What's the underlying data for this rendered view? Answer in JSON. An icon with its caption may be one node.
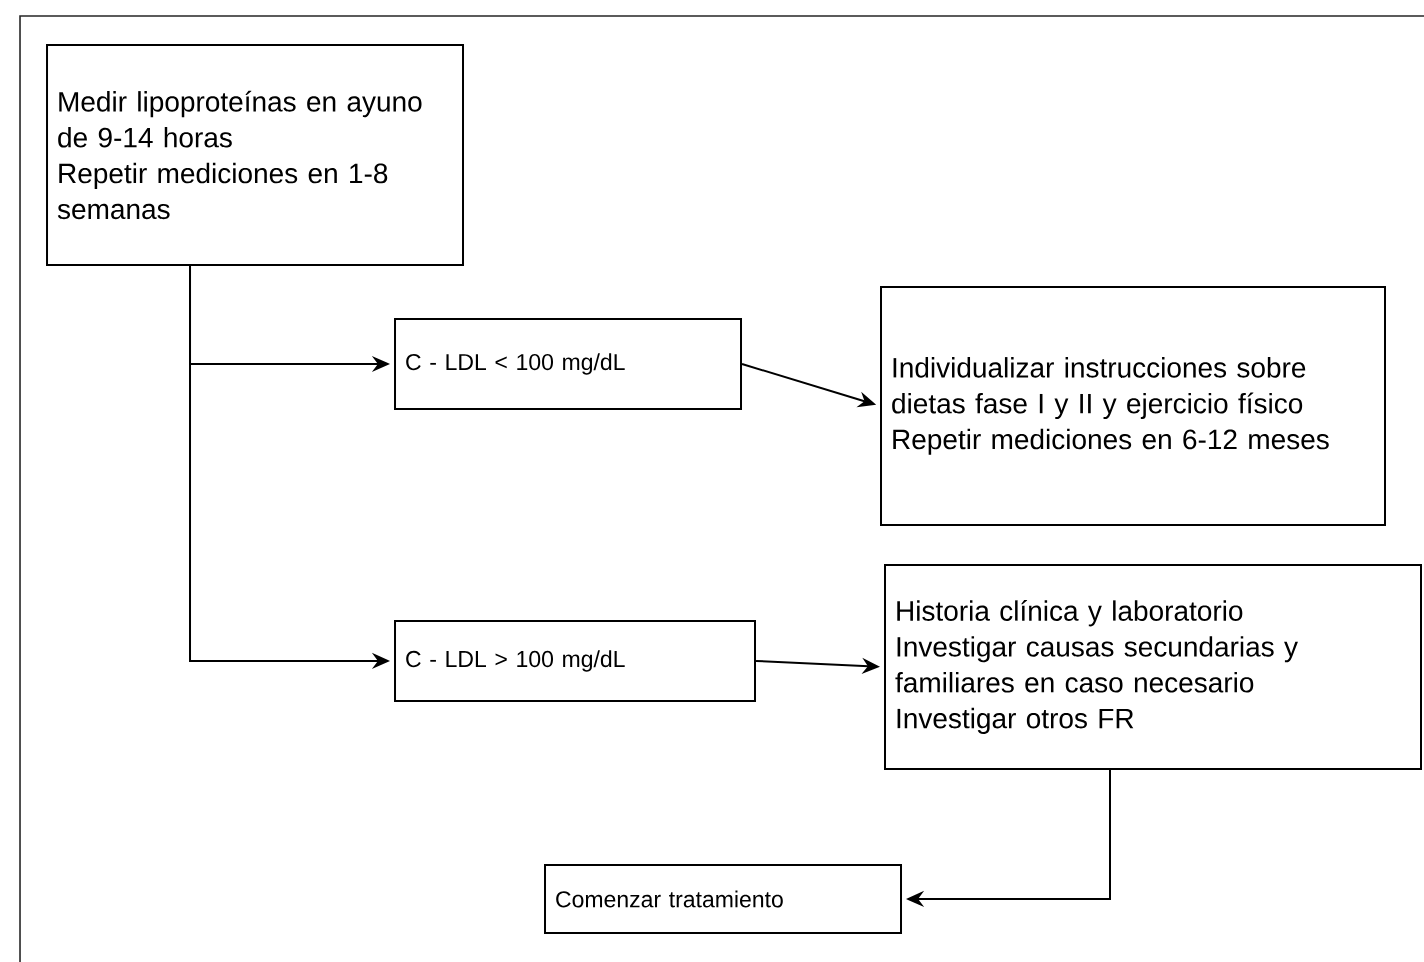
{
  "diagram": {
    "nodes": [
      {
        "text": [
          "Medir lipoproteínas en ayuno de 9-14 horas",
          "Repetir mediciones en 1-8 semanas"
        ]
      },
      {
        "text": [
          "C - LDL < 100 mg/dL"
        ]
      },
      {
        "text": [
          "C - LDL > 100 mg/dL"
        ]
      },
      {
        "text": [
          "Individualizar instrucciones sobre dietas fase I y II y ejercicio físico",
          "Repetir mediciones en 6-12 meses"
        ]
      },
      {
        "text": [
          "Historia clínica y laboratorio",
          "Investigar causas secundarias y familiares en caso necesario",
          "Investigar otros FR"
        ]
      },
      {
        "text": [
          "Comenzar tratamiento"
        ]
      }
    ],
    "edges": [
      {
        "from": 0,
        "to": 1,
        "arrow": "to"
      },
      {
        "from": 0,
        "to": 2,
        "arrow": "to"
      },
      {
        "from": 1,
        "to": 3,
        "arrow": "to"
      },
      {
        "from": 2,
        "to": 4,
        "arrow": "to"
      },
      {
        "from": 4,
        "to": 5,
        "arrow": "to"
      }
    ]
  }
}
